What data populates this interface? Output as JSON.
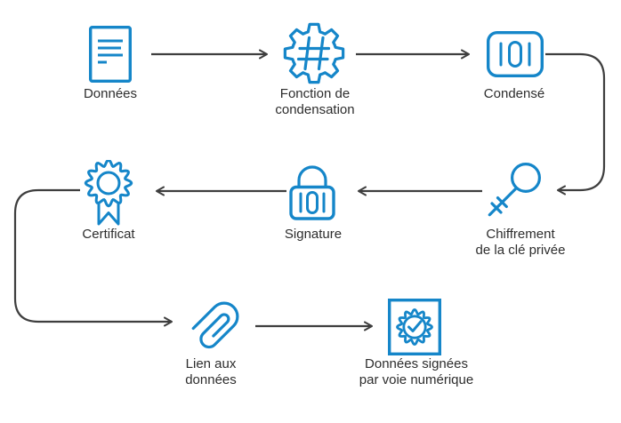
{
  "diagram": {
    "colors": {
      "icon_blue": "#1586c9",
      "arrow_gray": "#3e3e3e",
      "text_dark": "#2d2d2d",
      "background": "#ffffff"
    },
    "nodes": [
      {
        "id": "donnees",
        "label": "Données",
        "icon": "document-icon"
      },
      {
        "id": "fonction-condensation",
        "label": "Fonction de\ncondensation",
        "icon": "gear-hash-icon"
      },
      {
        "id": "condense",
        "label": "Condensé",
        "icon": "binary-digest-icon"
      },
      {
        "id": "chiffrement-cle-privee",
        "label": "Chiffrement\nde la clé privée",
        "icon": "key-icon"
      },
      {
        "id": "signature",
        "label": "Signature",
        "icon": "lock-binary-icon"
      },
      {
        "id": "certificat",
        "label": "Certificat",
        "icon": "rosette-ribbon-icon"
      },
      {
        "id": "lien-aux-donnees",
        "label": "Lien aux\ndonnées",
        "icon": "paperclip-icon"
      },
      {
        "id": "donnees-signees",
        "label": "Données signées\npar voie numérique",
        "icon": "sealed-document-icon"
      }
    ],
    "edges": [
      {
        "from": "donnees",
        "to": "fonction-condensation"
      },
      {
        "from": "fonction-condensation",
        "to": "condense"
      },
      {
        "from": "condense",
        "to": "chiffrement-cle-privee"
      },
      {
        "from": "chiffrement-cle-privee",
        "to": "signature"
      },
      {
        "from": "signature",
        "to": "certificat"
      },
      {
        "from": "certificat",
        "to": "lien-aux-donnees"
      },
      {
        "from": "lien-aux-donnees",
        "to": "donnees-signees"
      }
    ]
  }
}
